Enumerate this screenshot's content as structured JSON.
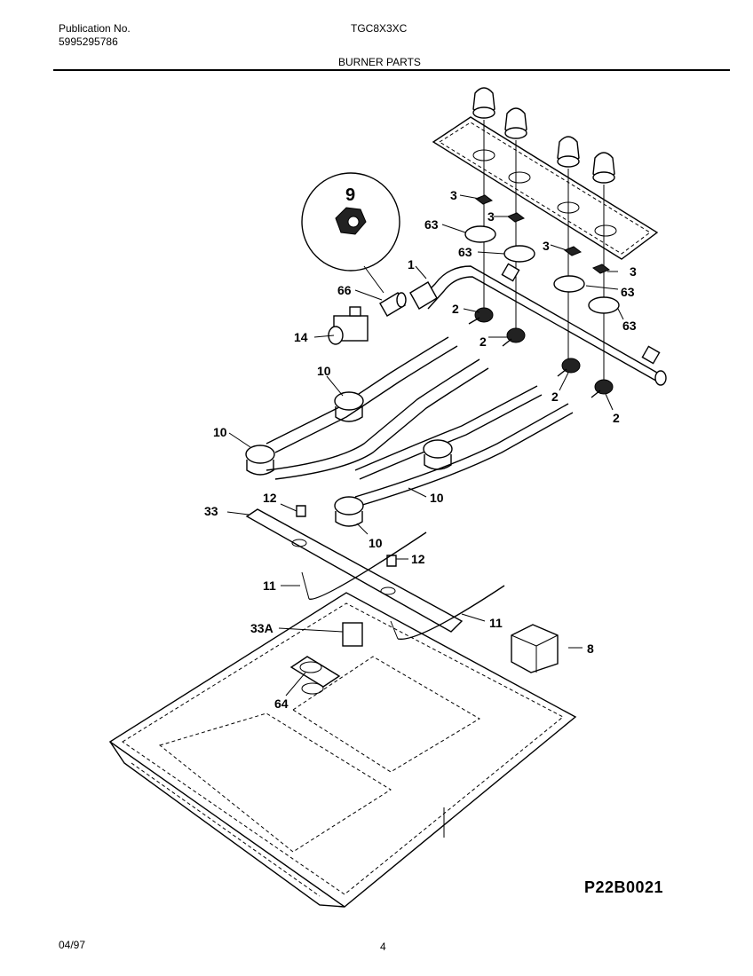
{
  "header": {
    "publication_label": "Publication No.",
    "publication_number": "5995295786",
    "model": "TGC8X3XC",
    "section_title": "BURNER PARTS"
  },
  "footer": {
    "date": "04/97",
    "page_number": "4",
    "reference_code": "P22B0021"
  },
  "callouts": {
    "c1": "1",
    "c2a": "2",
    "c2b": "2",
    "c2c": "2",
    "c2d": "2",
    "c3a": "3",
    "c3b": "3",
    "c3c": "3",
    "c3d": "3",
    "c8": "8",
    "c9": "9",
    "c10a": "10",
    "c10b": "10",
    "c10c": "10",
    "c10d": "10",
    "c11a": "11",
    "c11b": "11",
    "c12a": "12",
    "c12b": "12",
    "c14": "14",
    "c33": "33",
    "c33a": "33A",
    "c63a": "63",
    "c63b": "63",
    "c63c": "63",
    "c63d": "63",
    "c64": "64",
    "c66": "66"
  }
}
